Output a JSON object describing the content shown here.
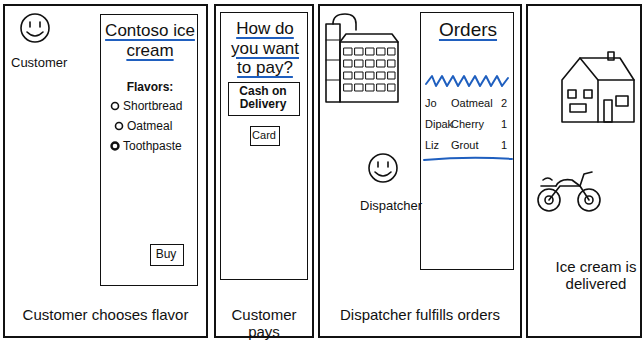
{
  "diagram": {
    "nodes": [
      {
        "text": [
          "Customer",
          "Customer chooses flavor"
        ]
      },
      {
        "text": [
          "Contoso ice cream",
          "Flavors:",
          "Shortbread",
          "Oatmeal",
          "Toothpaste"
        ],
        "in": 0
      },
      {
        "text": [
          "Buy"
        ],
        "in": 1
      },
      {
        "text": [
          "Customer pays"
        ]
      },
      {
        "text": [
          "How do you want to pay?"
        ],
        "in": 3
      },
      {
        "text": [
          "Cash on Delivery"
        ],
        "in": 4
      },
      {
        "text": [
          "Card"
        ],
        "in": 4
      },
      {
        "text": [
          "Dispatcher",
          "Dispatcher fulfills orders"
        ]
      },
      {
        "text": [
          "Orders",
          "Jo",
          "Oatmeal",
          "2",
          "Dipak",
          "Cherry",
          "1",
          "Liz",
          "Grout",
          "1"
        ],
        "in": 7
      },
      {
        "text": [
          "Ice cream is delivered"
        ]
      }
    ]
  }
}
